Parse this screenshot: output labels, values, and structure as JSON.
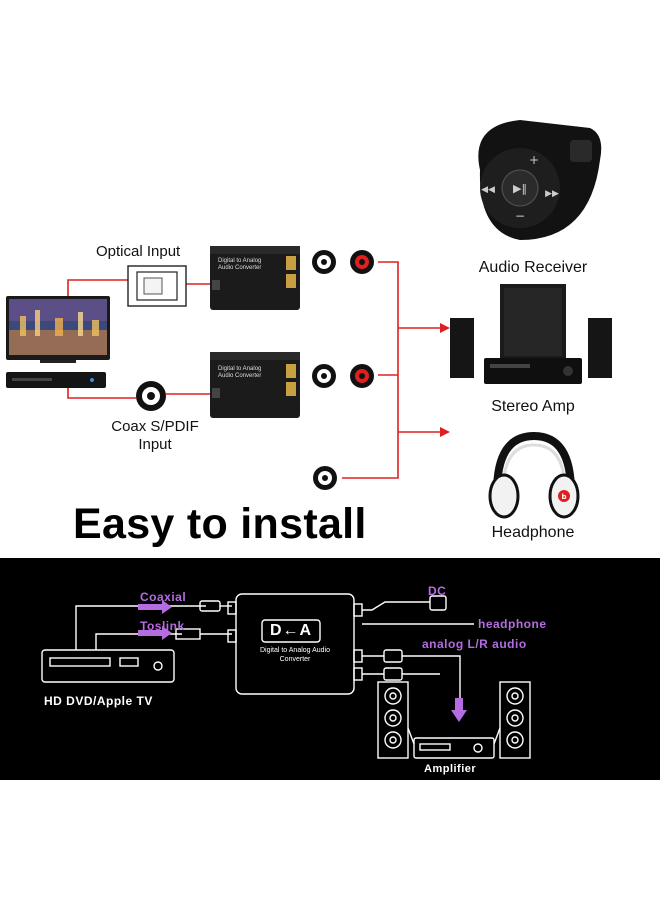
{
  "top_diagram": {
    "optical_input_label": "Optical Input",
    "coax_label_line1": "Coax S/PDIF",
    "coax_label_line2": "Input",
    "converter_text_line1": "Digital to Analog",
    "converter_text_line2": "Audio Converter",
    "devices": {
      "audio_receiver": "Audio Receiver",
      "stereo_amp": "Stereo Amp",
      "headphone": "Headphone"
    }
  },
  "headline": "Easy to install",
  "bottom_diagram": {
    "coaxial_label": "Coaxial",
    "toslink_label": "Toslink",
    "source_label": "HD DVD/Apple TV",
    "logo_text": "D←A",
    "converter_line1": "Digital to Analog Audio",
    "converter_line2": "Converter",
    "dc_label": "DC",
    "headphone_label": "headphone",
    "analog_label": "analog L/R audio",
    "amplifier_label": "Amplifier"
  },
  "colors": {
    "signal_red": "#e02020",
    "wire_purple": "#b46ce0",
    "background_dark": "#000000"
  }
}
